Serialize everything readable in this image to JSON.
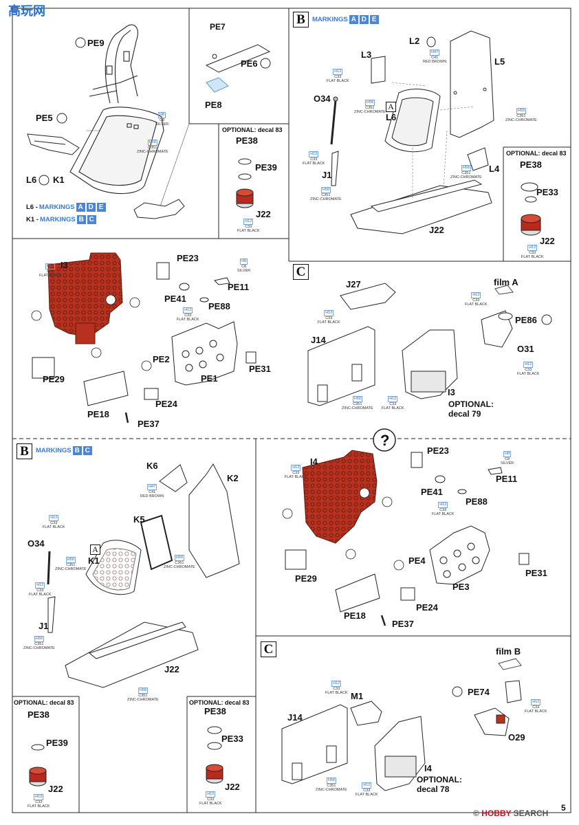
{
  "watermark_top": "高玩网",
  "watermark_bottom": {
    "brand": "HOBBY",
    "suffix": "SEARCH",
    "prefix": "©"
  },
  "page_number": "5",
  "markings_word": "MARKINGS",
  "markings_letters_ADE": [
    "A",
    "D",
    "E"
  ],
  "markings_letters_BC": [
    "B",
    "C"
  ],
  "step_letters": {
    "b": "B",
    "c": "C",
    "a": "A",
    "q": "?"
  },
  "paints": {
    "h12": {
      "code": "H12",
      "code2": "C33",
      "name": "FLAT BLACK"
    },
    "h58": {
      "code": "H58",
      "code2": "C351",
      "name": "ZINC-CHROMATE"
    },
    "h8": {
      "code": "H8",
      "code2": "C8",
      "name": "SILVER"
    },
    "h47": {
      "code": "H47",
      "code2": "C41",
      "name": "RED BROWN"
    }
  },
  "panel1": {
    "labels": {
      "pe9": "PE9",
      "pe5": "PE5",
      "l6k1": "L6",
      "k1": "K1",
      "l6": "L6 -",
      "k1m": "K1 -"
    }
  },
  "panel2": {
    "labels": {
      "pe7": "PE7",
      "pe6": "PE6",
      "pe8": "PE8",
      "optional": "OPTIONAL: decal 83",
      "pe38": "PE38",
      "pe39": "PE39",
      "j22": "J22"
    }
  },
  "panel3": {
    "labels": {
      "l2": "L2",
      "l3": "L3",
      "l5": "L5",
      "o34": "O34",
      "l6": "L6",
      "j1": "J1",
      "l4": "L4",
      "j22": "J22",
      "optional": "OPTIONAL: decal 83",
      "pe38": "PE38",
      "pe33": "PE33",
      "j22b": "J22"
    }
  },
  "panel4": {
    "labels": {
      "i3": "I3",
      "pe23": "PE23",
      "pe11": "PE11",
      "pe41": "PE41",
      "pe88": "PE88",
      "pe2": "PE2",
      "pe1": "PE1",
      "pe31": "PE31",
      "pe29": "PE29",
      "pe24": "PE24",
      "pe18": "PE18",
      "pe37": "PE37"
    }
  },
  "panel5": {
    "labels": {
      "j27": "J27",
      "filma": "film A",
      "pe86": "PE86",
      "j14": "J14",
      "o31": "O31",
      "i3": "I3",
      "opt1": "OPTIONAL:",
      "opt2": "decal 79"
    }
  },
  "panel6": {
    "labels": {
      "k6": "K6",
      "k2": "K2",
      "k5": "K5",
      "o34": "O34",
      "k1": "K1",
      "j1": "J1",
      "j22": "J22",
      "optional1": "OPTIONAL: decal 83",
      "pe38a": "PE38",
      "pe39": "PE39",
      "j22a": "J22",
      "optional2": "OPTIONAL: decal 83",
      "pe38b": "PE38",
      "pe33": "PE33",
      "j22b": "J22"
    }
  },
  "panel7": {
    "labels": {
      "i4": "I4",
      "pe23": "PE23",
      "pe11": "PE11",
      "pe41": "PE41",
      "pe88": "PE88",
      "pe4": "PE4",
      "pe3": "PE3",
      "pe31": "PE31",
      "pe29": "PE29",
      "pe24": "PE24",
      "pe18": "PE18",
      "pe37": "PE37"
    }
  },
  "panel8": {
    "labels": {
      "filmb": "film B",
      "m1": "M1",
      "pe74": "PE74",
      "j14": "J14",
      "o29": "O29",
      "i4": "I4",
      "opt1": "OPTIONAL:",
      "opt2": "decal 78"
    }
  }
}
